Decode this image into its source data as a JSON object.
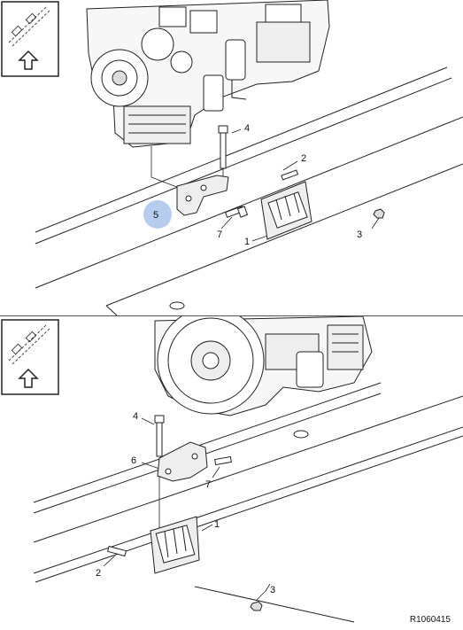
{
  "figure_reference": "R1060415",
  "panels": [
    {
      "callouts": [
        {
          "id": "1",
          "label": "1"
        },
        {
          "id": "2",
          "label": "2"
        },
        {
          "id": "3",
          "label": "3"
        },
        {
          "id": "4",
          "label": "4"
        },
        {
          "id": "5",
          "label": "5",
          "highlighted": true
        },
        {
          "id": "7",
          "label": "7"
        }
      ]
    },
    {
      "callouts": [
        {
          "id": "1",
          "label": "1"
        },
        {
          "id": "2",
          "label": "2"
        },
        {
          "id": "3",
          "label": "3"
        },
        {
          "id": "4",
          "label": "4"
        },
        {
          "id": "6",
          "label": "6"
        },
        {
          "id": "7",
          "label": "7"
        }
      ]
    }
  ],
  "colors": {
    "line": "#222222",
    "highlight": "#b7cdf0",
    "background": "#ffffff"
  },
  "icons": [
    "front-orientation-icon",
    "up-arrow-icon"
  ]
}
